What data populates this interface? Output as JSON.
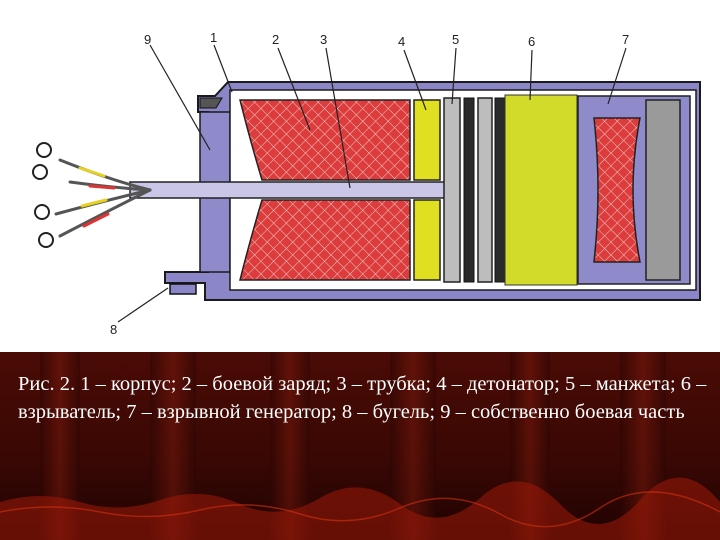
{
  "diagram": {
    "callouts": [
      "9",
      "1",
      "2",
      "3",
      "4",
      "5",
      "6",
      "7",
      "8"
    ],
    "colors": {
      "casing": "#8b86c8",
      "charge": "#d93a3a",
      "detonator": "#e0e020",
      "fuze": "#d2da2a",
      "cuff": "#bdbdbd",
      "generator": "#9a9a9a"
    },
    "icons": [
      "wire-lead-icon",
      "ring-terminal-icon"
    ]
  },
  "caption": {
    "text": "Рис. 2.   1 – корпус; 2 – боевой заряд; 3 – трубка; 4 – детонатор; 5 – манжета; 6 – взрыватель; 7 – взрывной генератор; 8 – бугель; 9 – собственно боевая часть"
  }
}
